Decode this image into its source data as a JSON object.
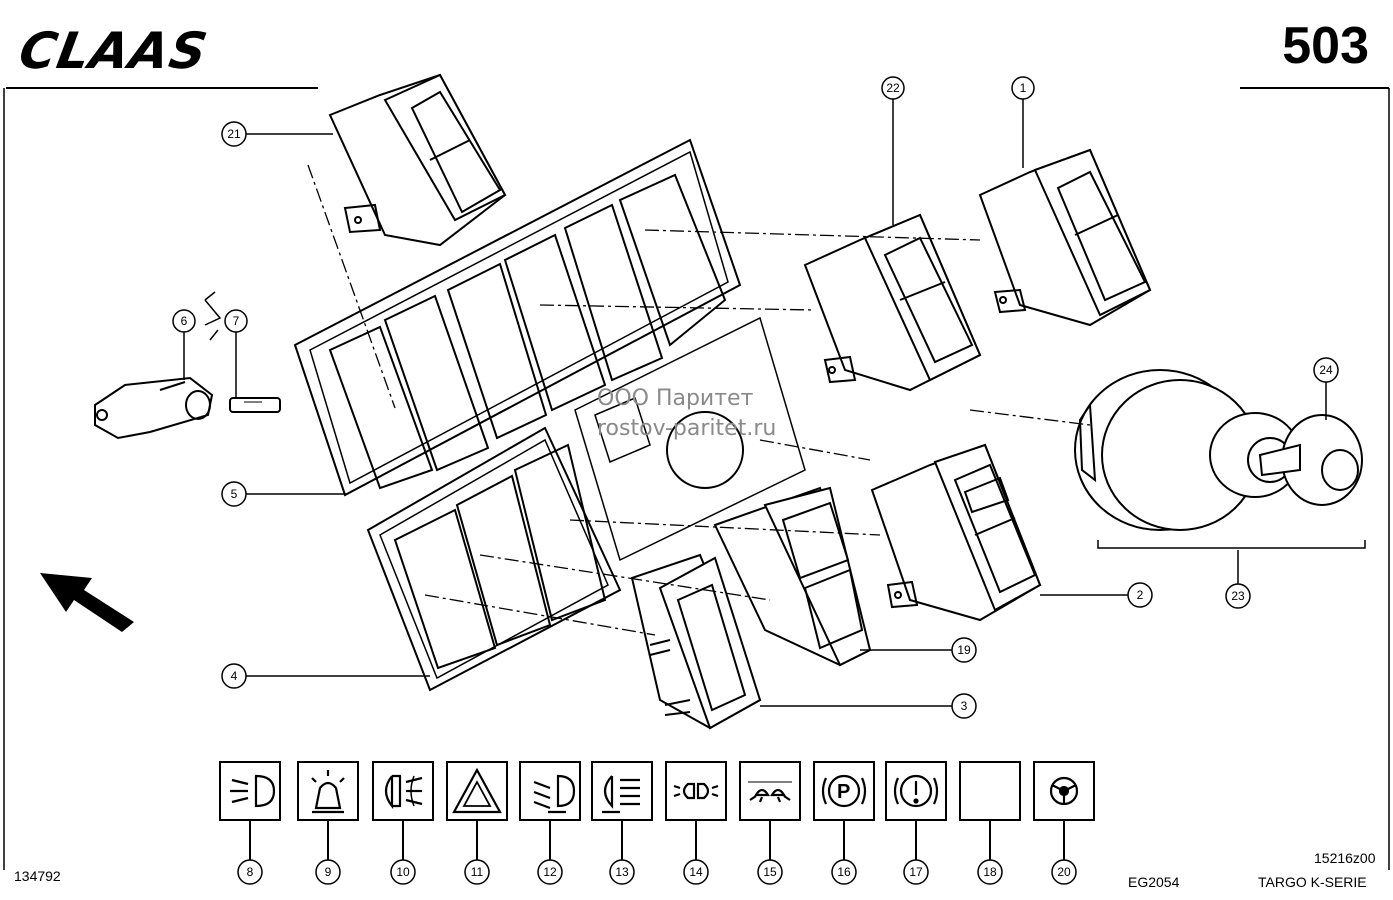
{
  "header": {
    "brand": "CLAAS",
    "page_number": "503"
  },
  "watermark": {
    "line1": "ООО Паритет",
    "line2": "rostov-paritet.ru"
  },
  "callouts": [
    "21",
    "22",
    "1",
    "6",
    "7",
    "24",
    "5",
    "2",
    "23",
    "19",
    "4",
    "3"
  ],
  "icon_callouts": [
    "8",
    "9",
    "10",
    "11",
    "12",
    "13",
    "14",
    "15",
    "16",
    "17",
    "18",
    "20"
  ],
  "icons": [
    "headlight-icon",
    "beacon-icon",
    "fog-light-icon",
    "hazard-icon",
    "low-beam-icon",
    "rear-fog-icon",
    "parking-light-icon",
    "work-lights-icon",
    "parking-brake-icon",
    "brake-warning-icon",
    "blank-icon",
    "steering-icon"
  ],
  "footer": {
    "left_code": "134792",
    "center_code": "EG2054",
    "right_code": "15216z00",
    "series": "TARGO K-SERIE"
  }
}
